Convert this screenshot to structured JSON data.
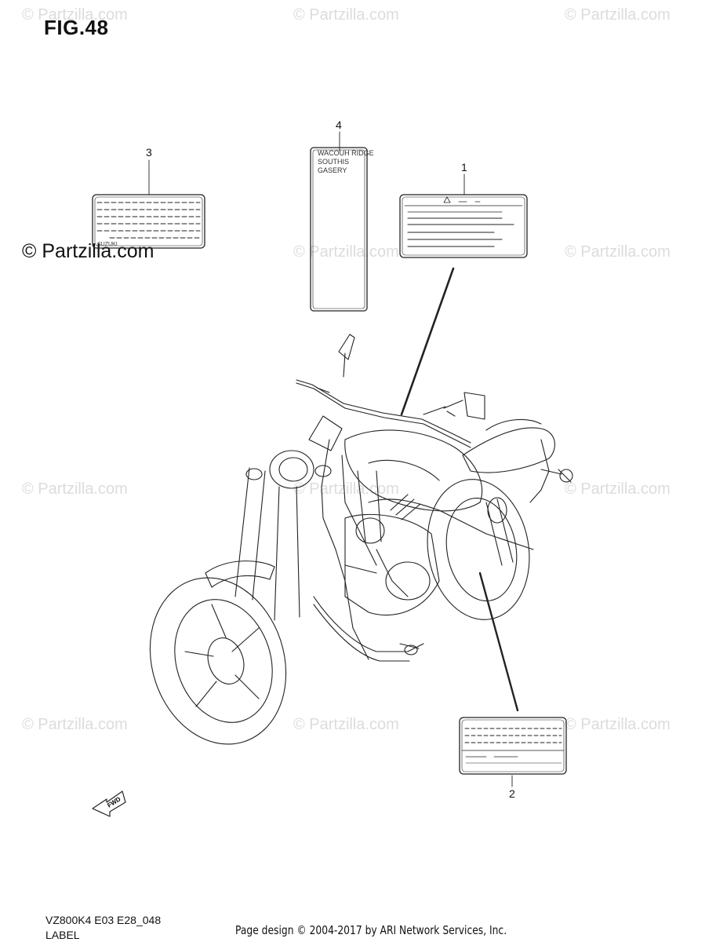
{
  "figure": {
    "title": "FIG.48"
  },
  "watermark": {
    "text": "© Partzilla.com",
    "strong_text": "© Partzilla.com"
  },
  "callouts": [
    "1",
    "2",
    "3",
    "4"
  ],
  "label4_text": [
    "WACOUH RIDGE",
    "SOUTHIS",
    "GASERY"
  ],
  "label3_brand": "SUZUKI",
  "fwd_arrow_text": "FWD",
  "footer": {
    "model_code": "VZ800K4 E03 E28_048",
    "section": "LABEL",
    "credit": "Page design © 2004-2017 by ARI Network Services, Inc."
  }
}
